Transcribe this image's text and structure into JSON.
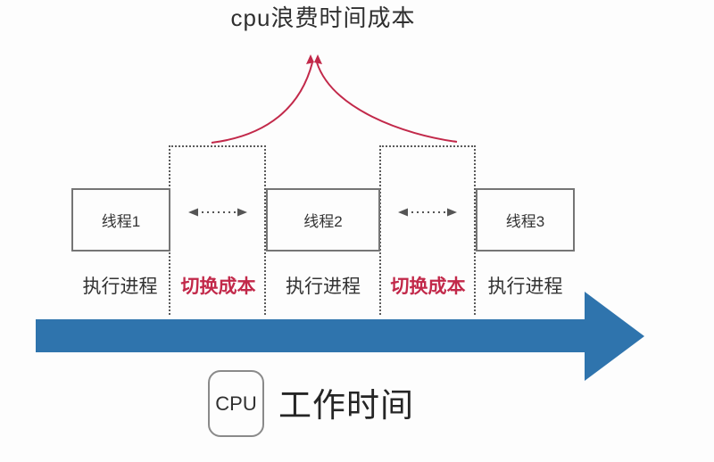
{
  "title": "cpu浪费时间成本",
  "threads": [
    {
      "label": "线程1"
    },
    {
      "label": "线程2"
    },
    {
      "label": "线程3"
    }
  ],
  "phases": [
    {
      "text": "执行进程",
      "type": "execute"
    },
    {
      "text": "切换成本",
      "type": "switch"
    },
    {
      "text": "执行进程",
      "type": "execute"
    },
    {
      "text": "切换成本",
      "type": "switch"
    },
    {
      "text": "执行进程",
      "type": "execute"
    }
  ],
  "timeline": {
    "cpu_label": "CPU",
    "axis_caption": "工作时间"
  },
  "icons": {
    "cost_curve": "converging-curves-up-arrow",
    "switch_arrow": "dashed-double-headed-arrow",
    "timeline_arrow": "solid-right-arrow"
  },
  "colors": {
    "accent_red": "#c2294a",
    "arrow_blue": "#2f74ad",
    "border_gray": "#757575",
    "text_dark": "#333333",
    "background": "#fdfdfd"
  }
}
